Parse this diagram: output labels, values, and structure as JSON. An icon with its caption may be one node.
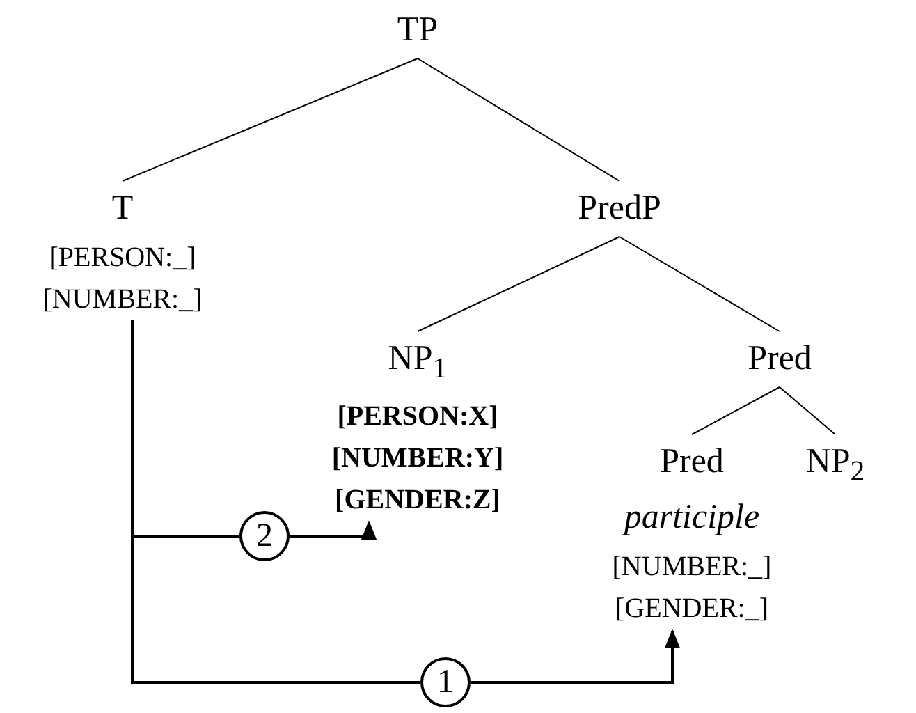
{
  "diagram": {
    "nodes": [
      {
        "text": [
          "TP"
        ]
      },
      {
        "text": [
          "T",
          "[PERSON:_]",
          "[NUMBER:_]"
        ]
      },
      {
        "text": [
          "PredP"
        ]
      },
      {
        "text": [
          "NP$_{1}$",
          "[PERSON:X]",
          "[NUMBER:Y]",
          "[GENDER:Z]"
        ]
      },
      {
        "text": [
          "Pred"
        ]
      },
      {
        "text": [
          "Pred",
          "participle",
          "[NUMBER:_]",
          "[GENDER:_]"
        ]
      },
      {
        "text": [
          "NP$_{2}$"
        ]
      },
      {
        "text": [
          "2"
        ]
      },
      {
        "text": [
          "1"
        ]
      }
    ],
    "edges": [
      {
        "from": 0,
        "to": 1,
        "arrow": "none"
      },
      {
        "from": 0,
        "to": 2,
        "arrow": "none"
      },
      {
        "from": 2,
        "to": 3,
        "arrow": "none"
      },
      {
        "from": 2,
        "to": 4,
        "arrow": "none"
      },
      {
        "from": 4,
        "to": 5,
        "arrow": "none"
      },
      {
        "from": 4,
        "to": 6,
        "arrow": "none"
      },
      {
        "from": 1,
        "to": 7,
        "arrow": "none"
      },
      {
        "from": 7,
        "to": 3,
        "arrow": "to"
      },
      {
        "from": 1,
        "to": 8,
        "arrow": "none"
      },
      {
        "from": 8,
        "to": 5,
        "arrow": "to"
      }
    ]
  }
}
